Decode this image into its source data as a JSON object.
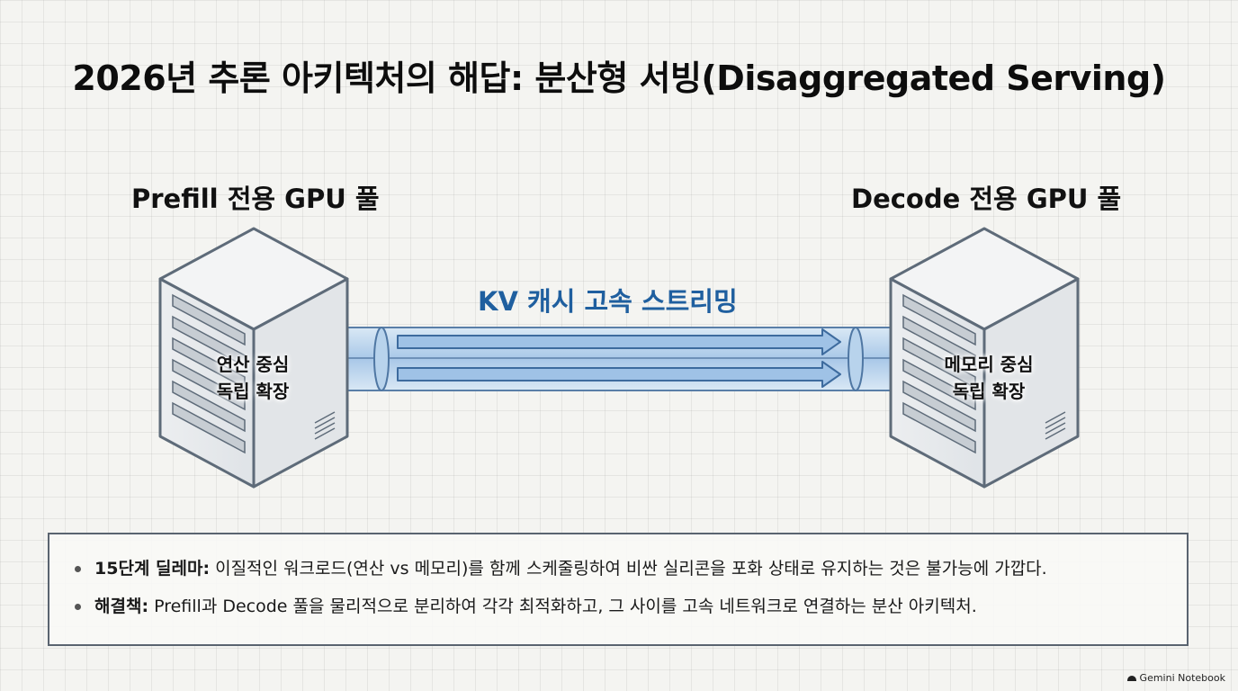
{
  "title": "2026년 추론 아키텍처의 해답: 분산형 서빙(Disaggregated Serving)",
  "left_pool": {
    "label": "Prefill 전용 GPU 풀",
    "line1": "연산 중심",
    "line2": "독립 확장"
  },
  "right_pool": {
    "label": "Decode 전용 GPU 풀",
    "line1": "메모리 중심",
    "line2": "독립 확장"
  },
  "stream": {
    "label": "KV 캐시 고속 스트리밍"
  },
  "summary": {
    "items": [
      {
        "head": "15단계 딜레마:",
        "text": " 이질적인 워크로드(연산 vs 메모리)를 함께 스케줄링하여 비싼 실리콘을 포화 상태로 유지하는 것은 불가능에 가깝다."
      },
      {
        "head": "해결책:",
        "text": " Prefill과 Decode 풀을 물리적으로 분리하여 각각 최적화하고, 그 사이를 고속 네트워크로 연결하는 분산 아키텍처."
      }
    ]
  },
  "watermark": "Gemini Notebook",
  "colors": {
    "accent": "#1f5f9f",
    "server_outline": "#5e6b79",
    "pipe_fill": "#a9c8e8"
  }
}
